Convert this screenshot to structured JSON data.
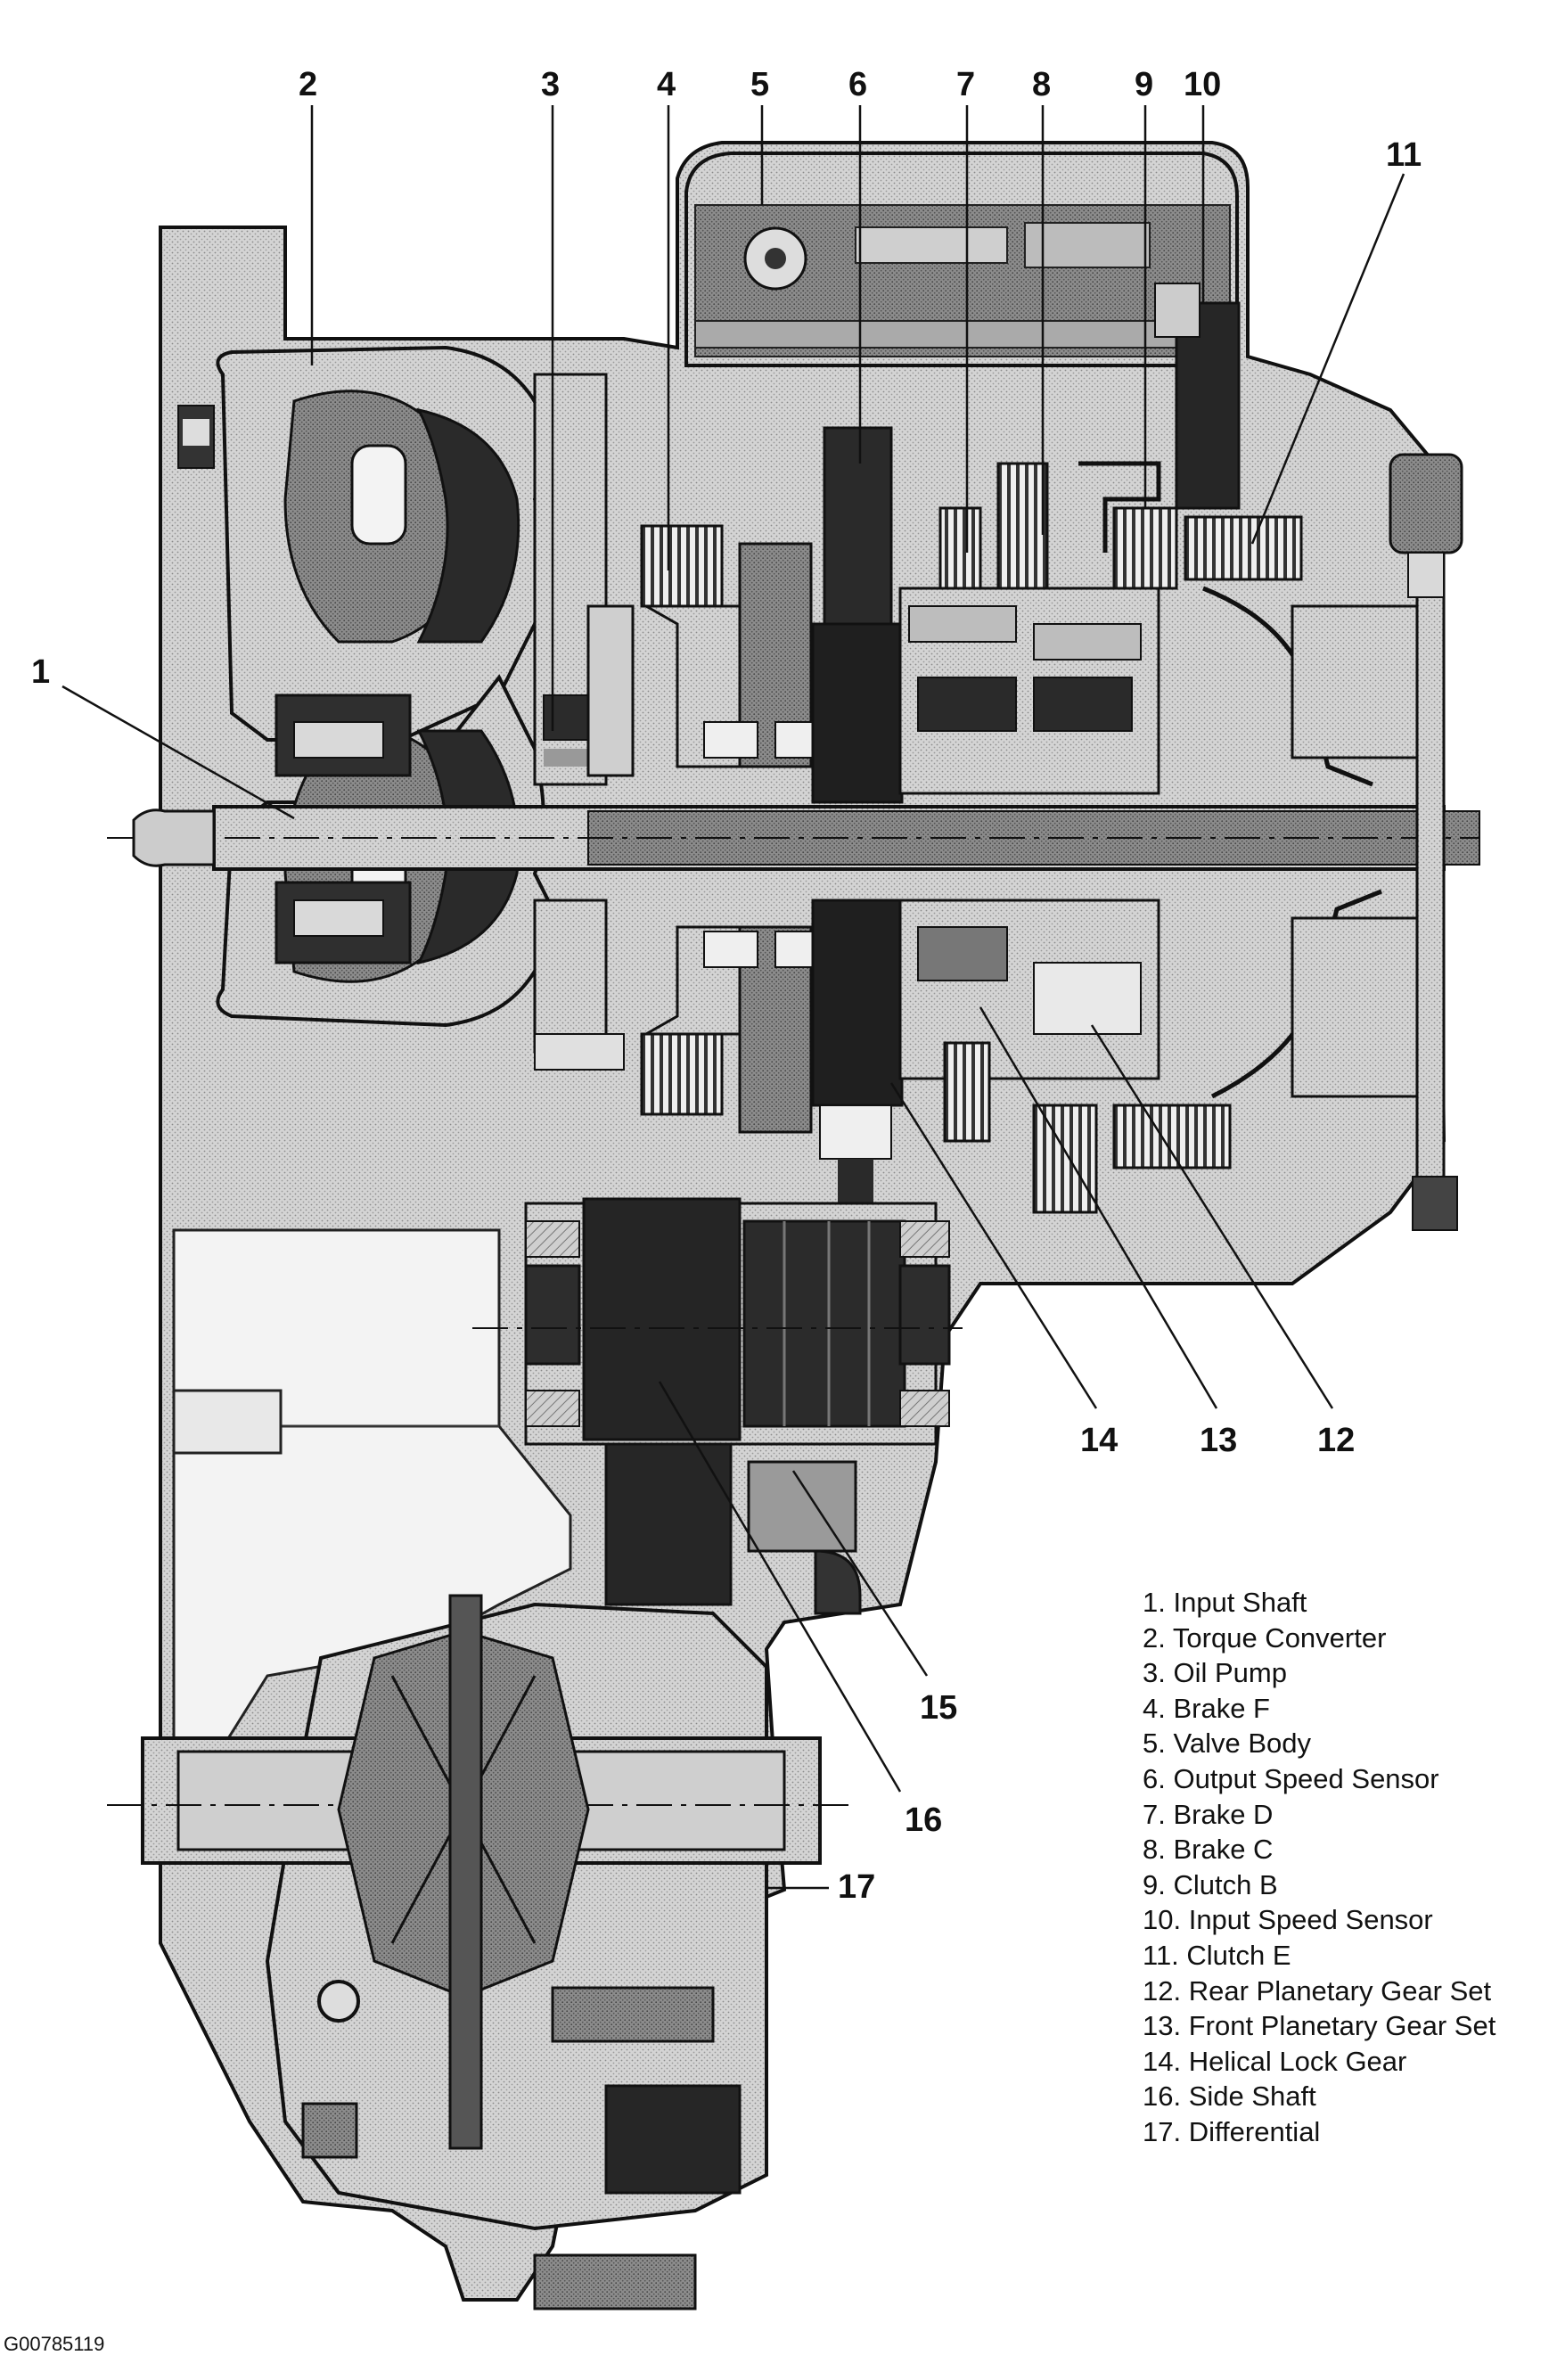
{
  "callouts": [
    {
      "id": "1",
      "label": "1"
    },
    {
      "id": "2",
      "label": "2"
    },
    {
      "id": "3",
      "label": "3"
    },
    {
      "id": "4",
      "label": "4"
    },
    {
      "id": "5",
      "label": "5"
    },
    {
      "id": "6",
      "label": "6"
    },
    {
      "id": "7",
      "label": "7"
    },
    {
      "id": "8",
      "label": "8"
    },
    {
      "id": "9",
      "label": "9"
    },
    {
      "id": "10",
      "label": "10"
    },
    {
      "id": "11",
      "label": "11"
    },
    {
      "id": "12",
      "label": "12"
    },
    {
      "id": "13",
      "label": "13"
    },
    {
      "id": "14",
      "label": "14"
    },
    {
      "id": "15",
      "label": "15"
    },
    {
      "id": "16",
      "label": "16"
    },
    {
      "id": "17",
      "label": "17"
    }
  ],
  "legend": [
    "1. Input Shaft",
    "2. Torque Converter",
    "3. Oil Pump",
    "4. Brake F",
    "5. Valve Body",
    "6. Output Speed Sensor",
    "7. Brake D",
    "8. Brake C",
    "9. Clutch B",
    "10. Input Speed Sensor",
    "11. Clutch  E",
    "12. Rear Planetary Gear Set",
    "13. Front Planetary Gear Set",
    "14. Helical Lock Gear",
    "16. Side Shaft",
    "17. Differential"
  ],
  "figure_id": "G00785119",
  "colors": {
    "ink": "#111111",
    "dark_fill": "#2a2a2a",
    "mid_fill": "#7a7a7a",
    "light_fill": "#bdbdbd",
    "pale_fill": "#e2e2e2"
  }
}
